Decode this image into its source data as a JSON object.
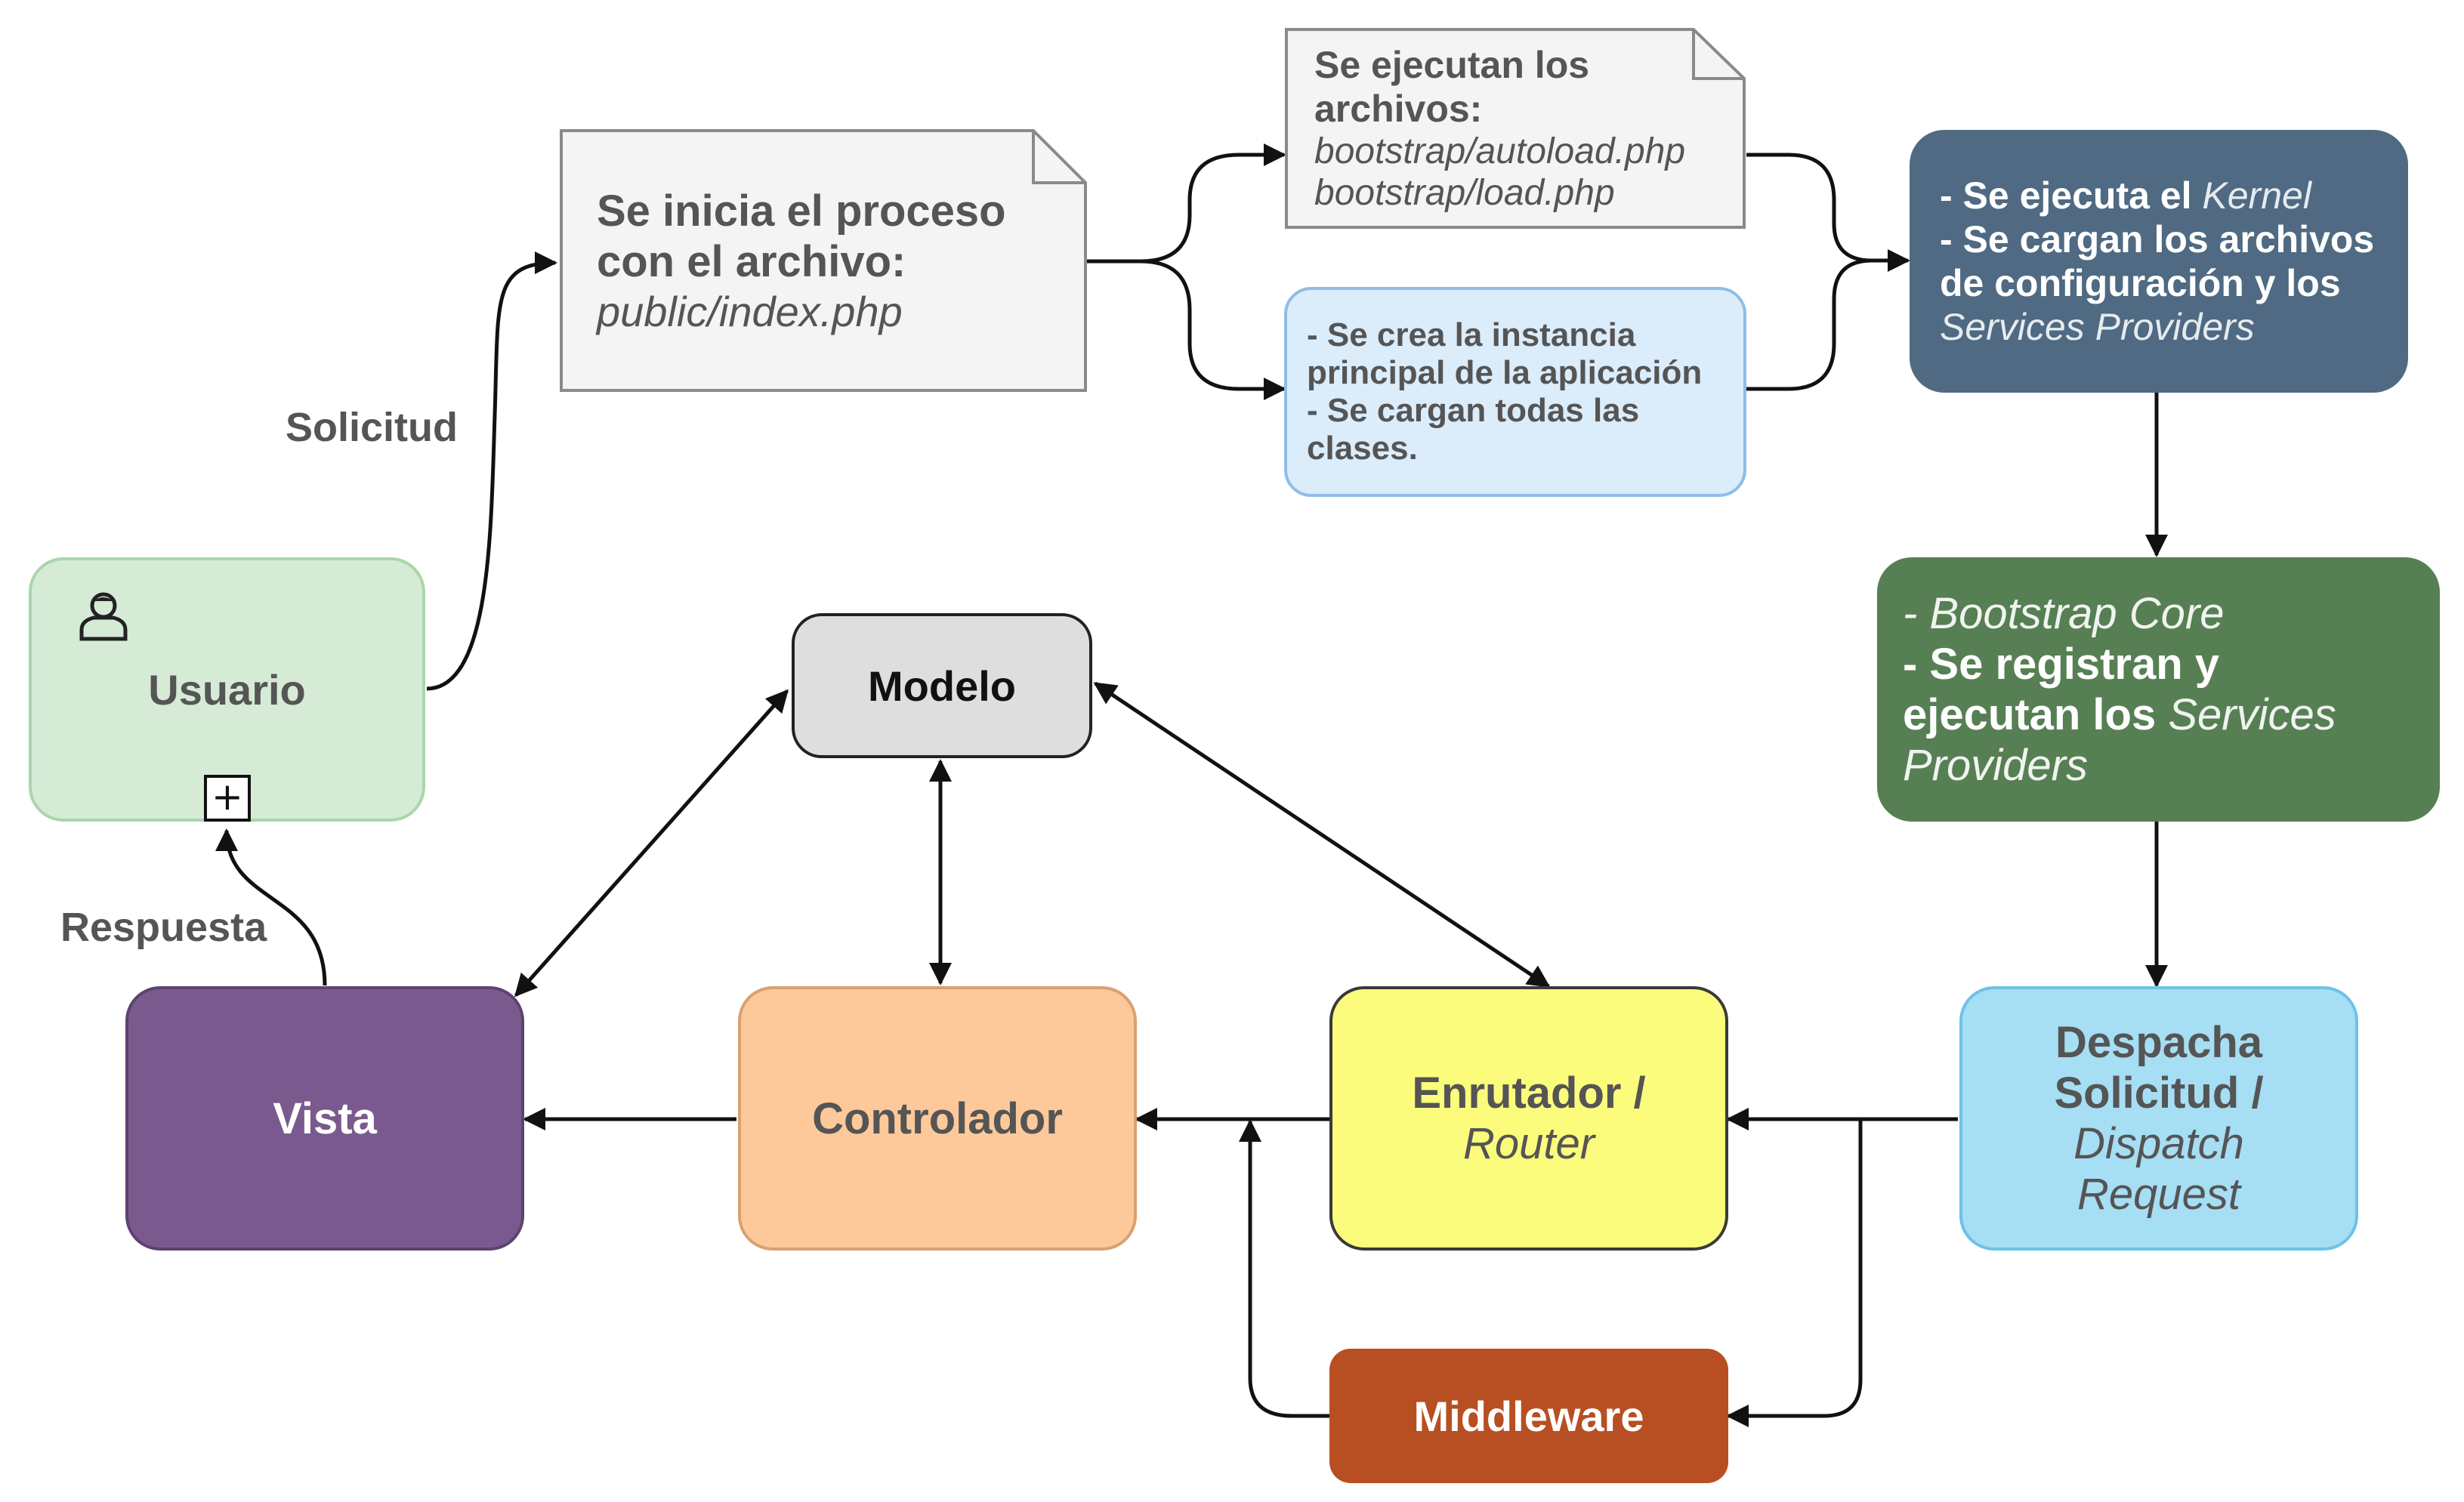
{
  "nodes": {
    "usuario": {
      "label": "Usuario",
      "fill": "#d5ebd6",
      "border": "#a9d6ab"
    },
    "note_index": {
      "line1": "Se inicia el proceso",
      "line2": "con el archivo:",
      "line3": "public/index.php"
    },
    "note_bootstrap": {
      "line1": "Se ejecutan los",
      "line2": "archivos:",
      "line3": "bootstrap/autoload.php",
      "line4": "bootstrap/load.php"
    },
    "instancia": {
      "line1": "- Se crea la instancia",
      "line2": "principal de la aplicación",
      "line3": "- Se cargan todas las",
      "line4": "clases.",
      "fill": "#dbecfb",
      "border": "#8fbde6"
    },
    "kernel": {
      "line1_a": "- Se ejecuta el ",
      "line1_b": "Kernel",
      "line2": "- Se cargan los archivos",
      "line3": "de configuración y los",
      "line4": "Services Providers",
      "fill": "#4f6a82"
    },
    "bootstrap_core": {
      "line1": "- Bootstrap Core",
      "line2": "- Se registran y",
      "line3_a": "ejecutan los ",
      "line3_b": "Services",
      "line4": "Providers",
      "fill": "#577f54"
    },
    "despacha": {
      "line1": "Despacha",
      "line2": "Solicitud /",
      "line3": "Dispatch",
      "line4": "Request",
      "fill": "#a6def4",
      "border": "#6cc3e6"
    },
    "enrutador": {
      "line1": "Enrutador /",
      "line2": "Router",
      "fill": "#fcfc7c",
      "border": "#3a3a3a"
    },
    "controlador": {
      "label": "Controlador",
      "fill": "#fdc99b",
      "border": "#d9a070"
    },
    "vista": {
      "label": "Vista",
      "fill": "#7a5a8e"
    },
    "modelo": {
      "label": "Modelo",
      "fill": "#dedede"
    },
    "middleware": {
      "label": "Middleware",
      "fill": "#b74f22"
    }
  },
  "edge_labels": {
    "solicitud": "Solicitud",
    "respuesta": "Respuesta"
  },
  "icons": {
    "user": "user-icon",
    "expand": "plus-box-icon"
  },
  "expand_glyph": "+"
}
